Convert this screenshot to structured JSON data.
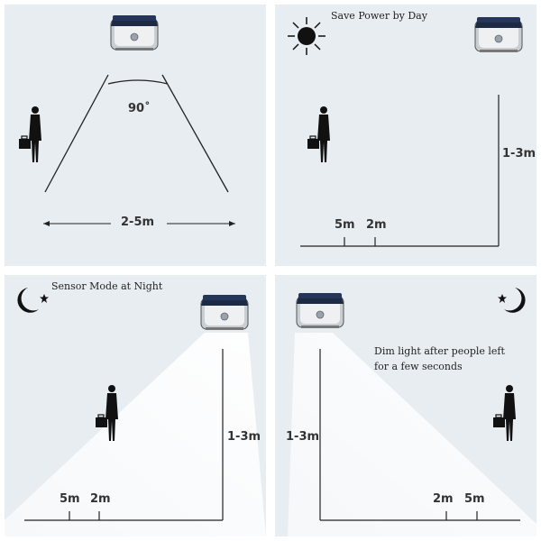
{
  "panel1": {
    "angle_label": "90˚",
    "range_label": "2-5m"
  },
  "panel2": {
    "caption": "Save Power by Day",
    "height_label": "1-3m",
    "dist_far": "5m",
    "dist_near": "2m"
  },
  "panel3": {
    "caption": "Sensor Mode at Night",
    "height_label": "1-3m",
    "dist_far": "5m",
    "dist_near": "2m"
  },
  "panel4": {
    "caption_line1": "Dim light after people left",
    "caption_line2": "for a few seconds",
    "height_label": "1-3m",
    "dist_near": "2m",
    "dist_far": "5m"
  },
  "icons": [
    "sun-icon",
    "moon-icon",
    "star-icon",
    "solar-light-icon",
    "person-with-briefcase-icon"
  ]
}
